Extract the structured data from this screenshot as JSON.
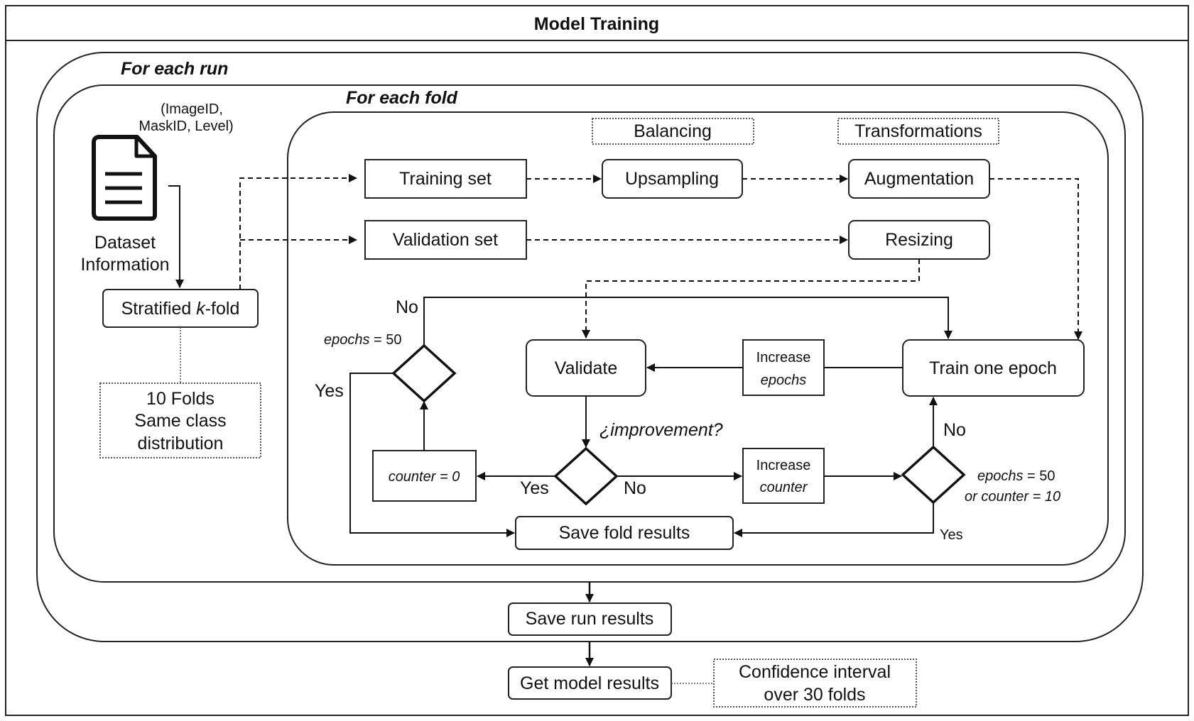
{
  "title": "Model Training",
  "regions": {
    "run": "For each run",
    "fold": "For each fold"
  },
  "dataset": {
    "fields_line1": "(ImageID,",
    "fields_line2": "MaskID, Level)",
    "label_line1": "Dataset",
    "label_line2": "Information",
    "icon": "document-icon"
  },
  "kfold": {
    "prefix": "Stratified ",
    "k": "k",
    "suffix": "-fold"
  },
  "folds_note": [
    "10 Folds",
    "Same class",
    "distribution"
  ],
  "stage_labels": {
    "balancing": "Balancing",
    "transformations": "Transformations"
  },
  "nodes": {
    "training_set": "Training set",
    "validation_set": "Validation set",
    "upsampling": "Upsampling",
    "augmentation": "Augmentation",
    "resizing": "Resizing",
    "validate": "Validate",
    "train_one_epoch": "Train one epoch",
    "increase_epochs": [
      "Increase",
      "epochs"
    ],
    "increase_counter": [
      "Increase",
      "counter"
    ],
    "counter_reset": "counter = 0",
    "save_fold": "Save fold results",
    "save_run": "Save run results",
    "get_model": "Get model results"
  },
  "decisions": {
    "improvement": "¿improvement?",
    "epochs_check": "epochs = 50",
    "stop_check_line1": "epochs = 50",
    "stop_check_line2": "or counter = 10"
  },
  "branch_labels": {
    "yes": "Yes",
    "no": "No"
  },
  "confidence_note": [
    "Confidence interval",
    "over 30 folds"
  ]
}
